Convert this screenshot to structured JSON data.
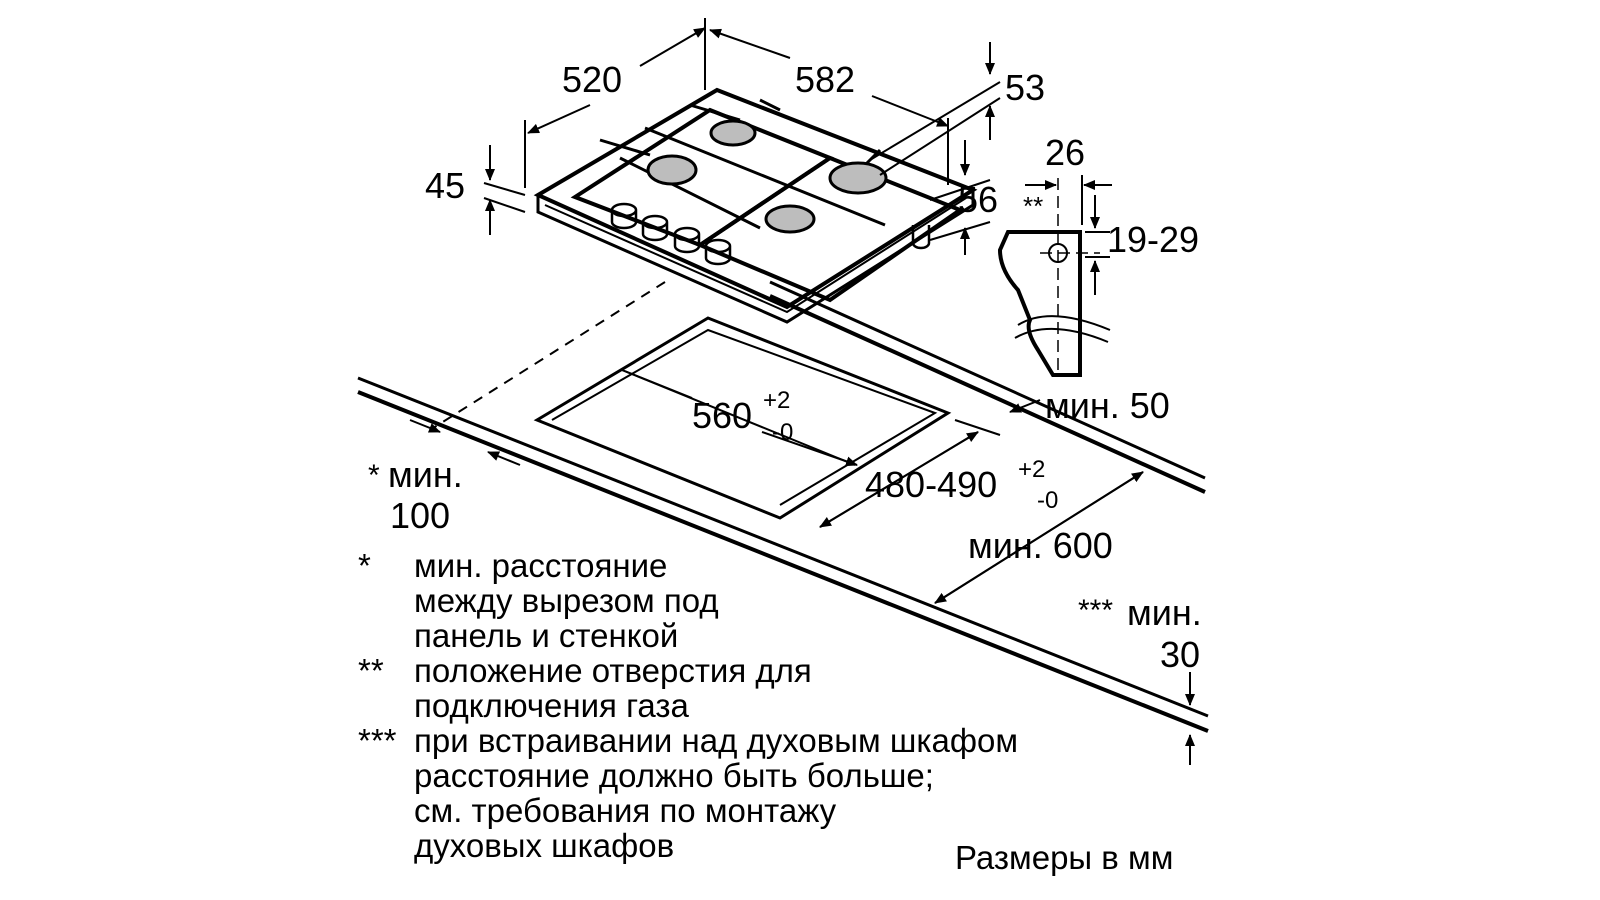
{
  "dimensions": {
    "depth": "520",
    "width": "582",
    "rear_gap": "53",
    "height_total": "45",
    "height_leg": "56",
    "gas_offset": "26",
    "gas_offset_mark": "**",
    "gas_height": "19-29",
    "cutout_width": "560",
    "cutout_width_tol_plus": "+2",
    "cutout_width_tol_minus": "-0",
    "cutout_depth": "480-490",
    "cutout_depth_tol_plus": "+2",
    "cutout_depth_tol_minus": "-0",
    "min_back": "мин. 50",
    "min_side_mark": "*",
    "min_side_label": "мин.",
    "min_side_value": "100",
    "min_depth": "мин. 600",
    "min_below_mark": "***",
    "min_below_label": "мин.",
    "min_below_value": "30"
  },
  "notes": [
    {
      "mark": "*",
      "lines": [
        "мин. расстояние",
        "между вырезом под",
        "панель и стенкой"
      ]
    },
    {
      "mark": "**",
      "lines": [
        "положение отверстия для",
        "подключения газа"
      ]
    },
    {
      "mark": "***",
      "lines": [
        "при встраивании над духовым шкафом",
        "расстояние должно быть больше;",
        "см. требования по монтажу",
        "духовых шкафов"
      ]
    }
  ],
  "units_caption": "Размеры в мм",
  "colors": {
    "line": "#000000",
    "burner": "#bdbdbd"
  }
}
